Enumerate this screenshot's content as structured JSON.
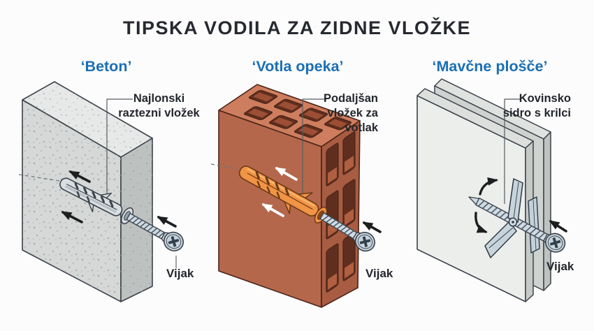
{
  "title": "TIPSKA VODILA ZA ZIDNE VLOŽKE",
  "panels": [
    {
      "header": "‘Beton’",
      "annotation": "Najlonski\nraztezni vložek",
      "screw_label": "Vijak"
    },
    {
      "header": "‘Votla opeka’",
      "annotation": "Podaljšan\nvložek za\nvotlak",
      "screw_label": "Vijak"
    },
    {
      "header": "‘Mavčne plošče’",
      "annotation": "Kovinsko\nsidro s krilci",
      "screw_label": "Vijak"
    }
  ],
  "colors": {
    "background": "#fcfcfc",
    "title_text": "#26292f",
    "header_blue": "#1b6fb3",
    "label_text": "#23262c",
    "concrete_gray": "#d5d8d6",
    "brick_terracotta": "#b5674c",
    "plug_nylon_gray": "#d9dee1",
    "plug_orange": "#f19445",
    "drywall_gray": "#eceeec",
    "metal_blue_gray": "#cfdbe3",
    "arrow_black": "#1c1e20",
    "arrow_white": "#ffffff"
  }
}
